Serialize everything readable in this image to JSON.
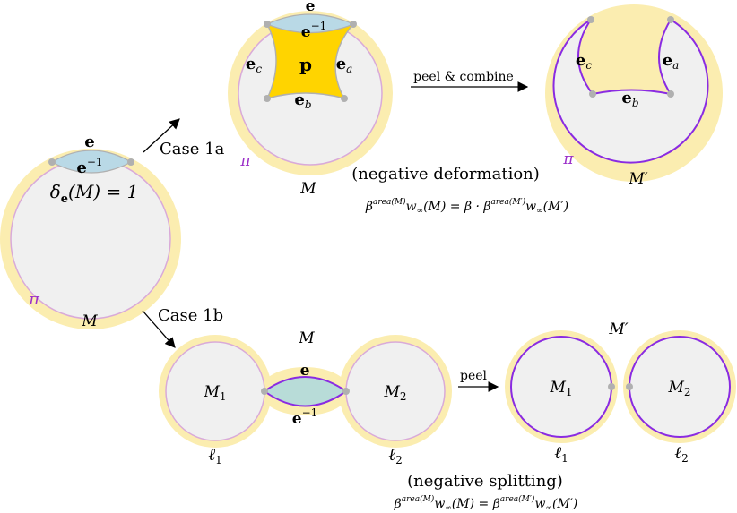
{
  "colors": {
    "halo": "#fbedb0",
    "disk": "#f0f0f0",
    "boundary_light": "#d9aad9",
    "boundary_strong": "#8a2be2",
    "edge_blue": "#b9d9e6",
    "face_gold": "#ffd400",
    "teal_lens": "#b8dcd8",
    "vertex": "#b0b0b0",
    "pi_label": "#9b2fc9"
  },
  "left": {
    "e": "e",
    "e_inv_base": "e",
    "e_inv_sup": "−1",
    "delta_sym": "δ",
    "delta_sub": "e",
    "delta_rest": "(M) = 1",
    "pi": "π",
    "M": "M"
  },
  "case1a": {
    "label": "Case 1a",
    "e": "e",
    "e_inv_base": "e",
    "e_inv_sup": "−1",
    "p": "p",
    "ec_base": "e",
    "ec_sub": "c",
    "ea_base": "e",
    "ea_sub": "a",
    "eb_base": "e",
    "eb_sub": "b",
    "pi": "π",
    "M": "M",
    "arrow_label": "peel & combine",
    "right_ec_base": "e",
    "right_ec_sub": "c",
    "right_ea_base": "e",
    "right_ea_sub": "a",
    "right_eb_base": "e",
    "right_eb_sub": "b",
    "right_pi": "π",
    "right_M": "M′",
    "caption": "(negative deformation)",
    "eq_lhs_beta": "β",
    "eq_lhs_sup": "area(M)",
    "eq_lhs_w": "w",
    "eq_lhs_sub": "∞",
    "eq_lhs_arg": "(M) = β · ",
    "eq_rhs_beta": "β",
    "eq_rhs_sup": "area(M′)",
    "eq_rhs_w": "w",
    "eq_rhs_sub": "∞",
    "eq_rhs_arg": "(M′)"
  },
  "case1b": {
    "label": "Case 1b",
    "M": "M",
    "M1_base": "M",
    "M1_sub": "1",
    "M2_base": "M",
    "M2_sub": "2",
    "e": "e",
    "e_inv_base": "e",
    "e_inv_sup": "−1",
    "l1_base": "ℓ",
    "l1_sub": "1",
    "l2_base": "ℓ",
    "l2_sub": "2",
    "arrow_label": "peel",
    "right_M": "M′",
    "right_M1_base": "M",
    "right_M1_sub": "1",
    "right_M2_base": "M",
    "right_M2_sub": "2",
    "right_l1_base": "ℓ",
    "right_l1_sub": "1",
    "right_l2_base": "ℓ",
    "right_l2_sub": "2",
    "caption": "(negative splitting)",
    "eq_lhs_beta": "β",
    "eq_lhs_sup": "area(M)",
    "eq_lhs_w": "w",
    "eq_lhs_sub": "∞",
    "eq_lhs_arg": "(M) = ",
    "eq_rhs_beta": "β",
    "eq_rhs_sup": "area(M′)",
    "eq_rhs_w": "w",
    "eq_rhs_sub": "∞",
    "eq_rhs_arg": "(M′)"
  }
}
